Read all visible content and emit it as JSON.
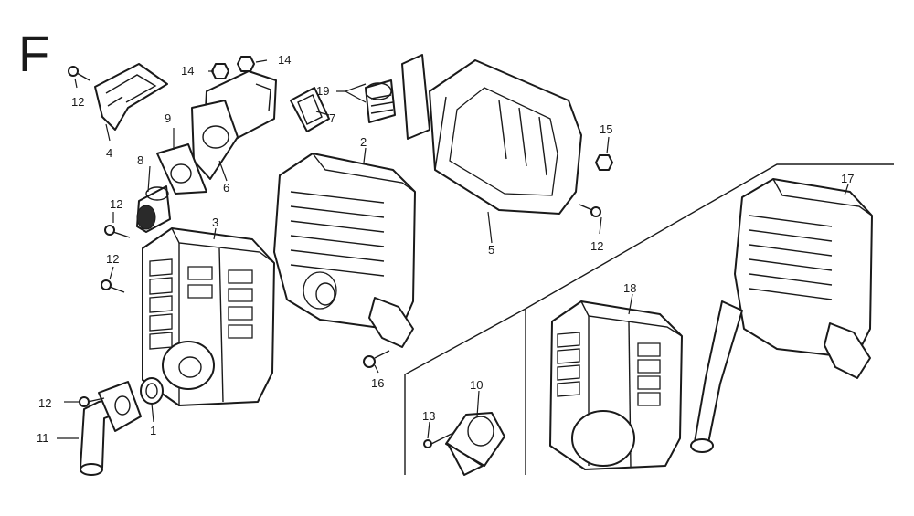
{
  "section_letter": "F",
  "callouts": {
    "c1": "1",
    "c2": "2",
    "c3": "3",
    "c4": "4",
    "c5": "5",
    "c6": "6",
    "c7": "7",
    "c8": "8",
    "c9": "9",
    "c10": "10",
    "c11": "11",
    "c12a": "12",
    "c12b": "12",
    "c12c": "12",
    "c12d": "12",
    "c12e": "12",
    "c13": "13",
    "c14a": "14",
    "c14b": "14",
    "c15": "15",
    "c16": "16",
    "c17": "17",
    "c18": "18",
    "c19": "19"
  }
}
